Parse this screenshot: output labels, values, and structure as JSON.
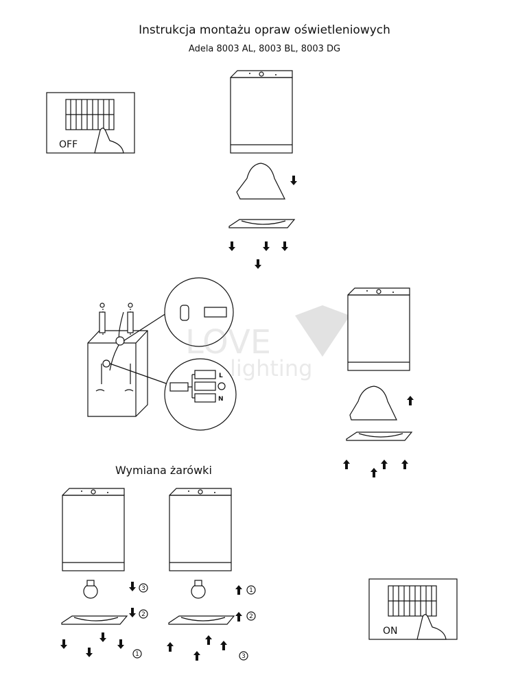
{
  "header": {
    "title": "Instrukcja montażu opraw oświetleniowych",
    "subtitle": "Adela 8003 AL, 8003 BL, 8003 DG"
  },
  "power_off": {
    "label": "OFF"
  },
  "power_on": {
    "label": "ON"
  },
  "wiring": {
    "live": "L",
    "neutral": "N"
  },
  "bulb_section": {
    "title": "Wymiana żarówki",
    "remove_steps": [
      "3",
      "2",
      "1"
    ],
    "install_steps": [
      "1",
      "2",
      "3"
    ]
  },
  "watermark": {
    "text_top": "LOVE",
    "text_bottom": "lighting"
  }
}
